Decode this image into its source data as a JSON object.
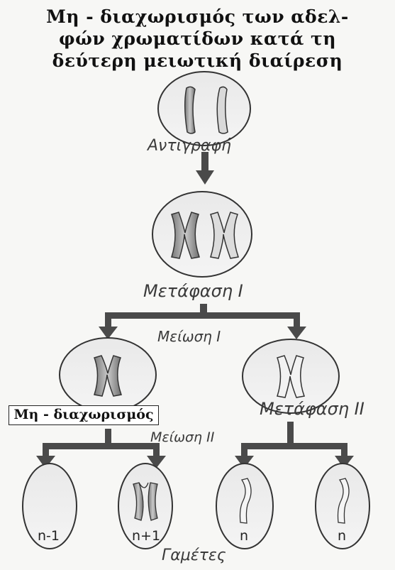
{
  "title": {
    "line1": "Μη - διαχωρισμός των αδελ-",
    "line2": "φών χρωματίδων κατά τη",
    "line3": "δεύτερη μειωτική διαίρεση"
  },
  "labels": {
    "replication": "Αντιγραφή",
    "metaphase1": "Μετάφαση Ι",
    "meiosis1": "Μείωση Ι",
    "nondisjunction": "Μη - διαχωρισμός",
    "metaphase2": "Μετάφαση ΙΙ",
    "meiosis2": "Μείωση ΙΙ",
    "gametes": "Γαμέτες"
  },
  "gametes": [
    "n-1",
    "n+1",
    "n",
    "n"
  ]
}
